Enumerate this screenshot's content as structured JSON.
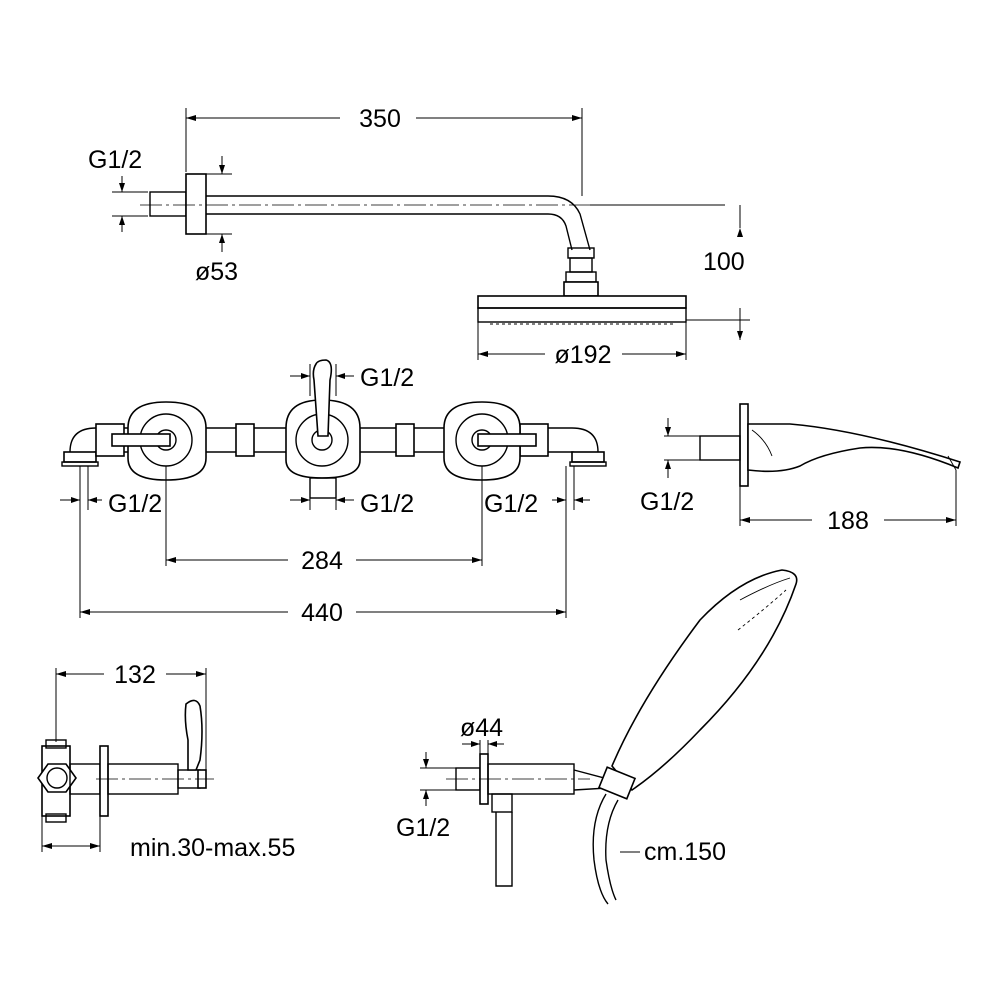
{
  "shower_arm": {
    "length": "350",
    "thread": "G1/2",
    "flange": "ø53",
    "drop": "100",
    "head_diameter": "ø192"
  },
  "mixer": {
    "thread_top": "G1/2",
    "thread_bottom_left": "G1/2",
    "thread_bottom_center": "G1/2",
    "thread_bottom_right": "G1/2",
    "spacing_inner": "284",
    "spacing_outer": "440"
  },
  "spout": {
    "thread": "G1/2",
    "length": "188"
  },
  "valve_side": {
    "depth": "132",
    "wall_range": "min.30-max.55"
  },
  "hand_shower": {
    "flange": "ø44",
    "thread": "G1/2",
    "hose": "cm.150"
  },
  "colors": {
    "ink": "#000000",
    "paper": "#ffffff"
  }
}
